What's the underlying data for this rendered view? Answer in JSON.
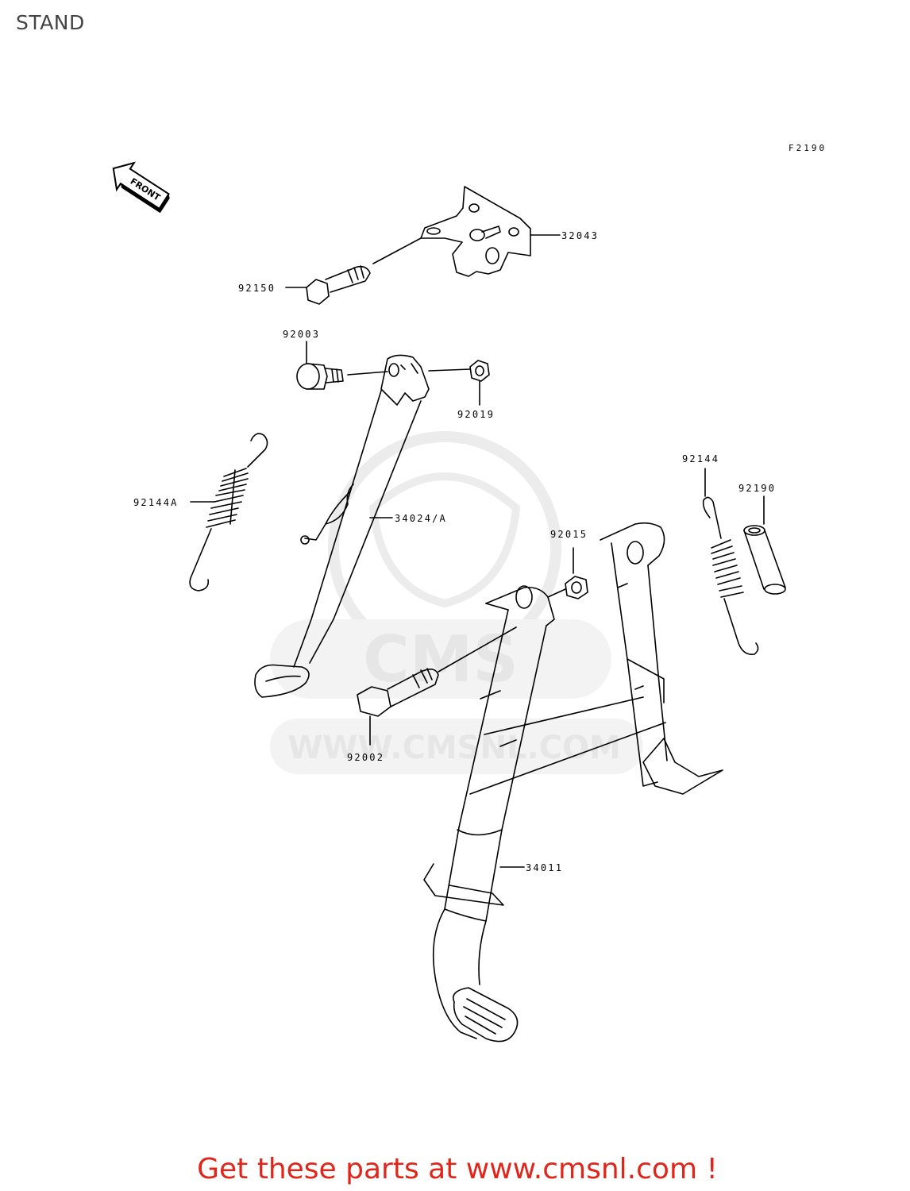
{
  "page": {
    "title": "STAND",
    "figure_code": "F2190",
    "front_label": "FRONT",
    "call_to_action": "Get these parts at www.cmsnl.com !"
  },
  "watermark": {
    "logo": "CMS",
    "url": "WWW.CMSNL.COM"
  },
  "parts": [
    {
      "number": "32043",
      "description": "bracket"
    },
    {
      "number": "92150",
      "description": "bolt"
    },
    {
      "number": "92003",
      "description": "bolt"
    },
    {
      "number": "92019",
      "description": "nut"
    },
    {
      "number": "92144A",
      "description": "spring"
    },
    {
      "number": "34024/A",
      "description": "side stand"
    },
    {
      "number": "92144",
      "description": "spring"
    },
    {
      "number": "92190",
      "description": "collar"
    },
    {
      "number": "92015",
      "description": "nut"
    },
    {
      "number": "92002",
      "description": "bolt"
    },
    {
      "number": "34011",
      "description": "main stand"
    }
  ]
}
